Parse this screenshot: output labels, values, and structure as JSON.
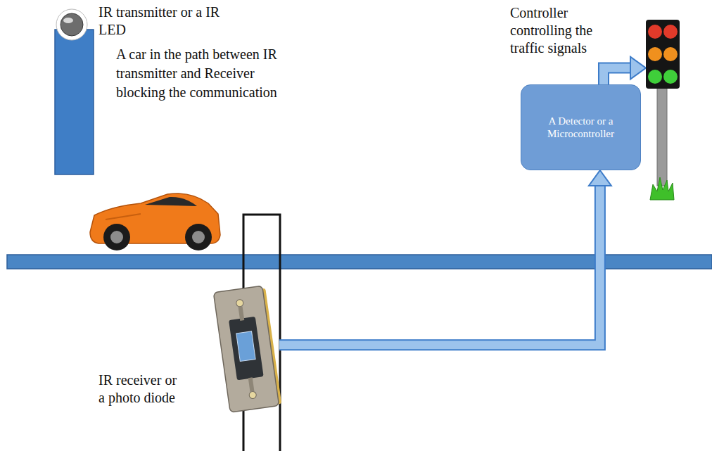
{
  "diagram": {
    "nodes": [
      {
        "text": [
          "IR transmitter or a IR LED"
        ]
      },
      {
        "text": [
          "IR receiver or a photo diode"
        ]
      },
      {
        "text": [
          "A Detector or a Microcontroller"
        ]
      },
      {
        "text": [
          "Controller controlling the traffic signals"
        ]
      }
    ],
    "edges": [
      {
        "from": 1,
        "to": 2,
        "arrow": "to"
      },
      {
        "from": 2,
        "to": 3,
        "arrow": "to"
      }
    ],
    "labels": [
      "A car in the path between IR transmitter and Receiver blocking the communication"
    ]
  }
}
